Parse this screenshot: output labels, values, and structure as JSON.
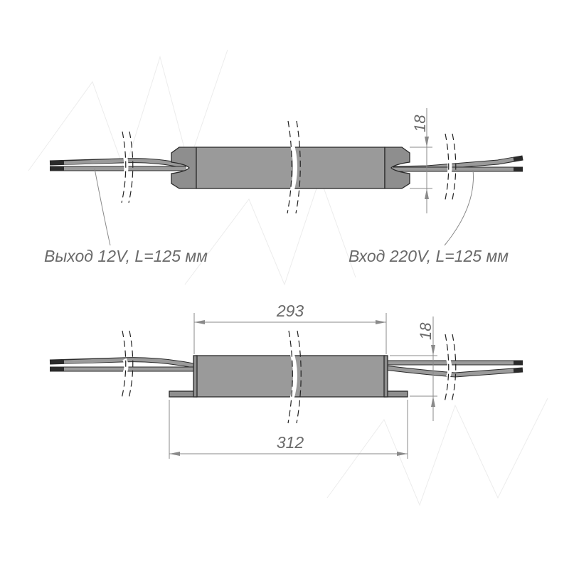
{
  "top_view": {
    "height_dim": "18",
    "output_label": "Выход 12V, L=125 мм",
    "input_label": "Вход 220V, L=125 мм"
  },
  "side_view": {
    "body_length_dim": "293",
    "overall_length_dim": "312",
    "height_dim": "18"
  },
  "colors": {
    "body": "#9a9a9a",
    "dimension": "#8a8a8a",
    "outline": "#2a2a2a"
  }
}
